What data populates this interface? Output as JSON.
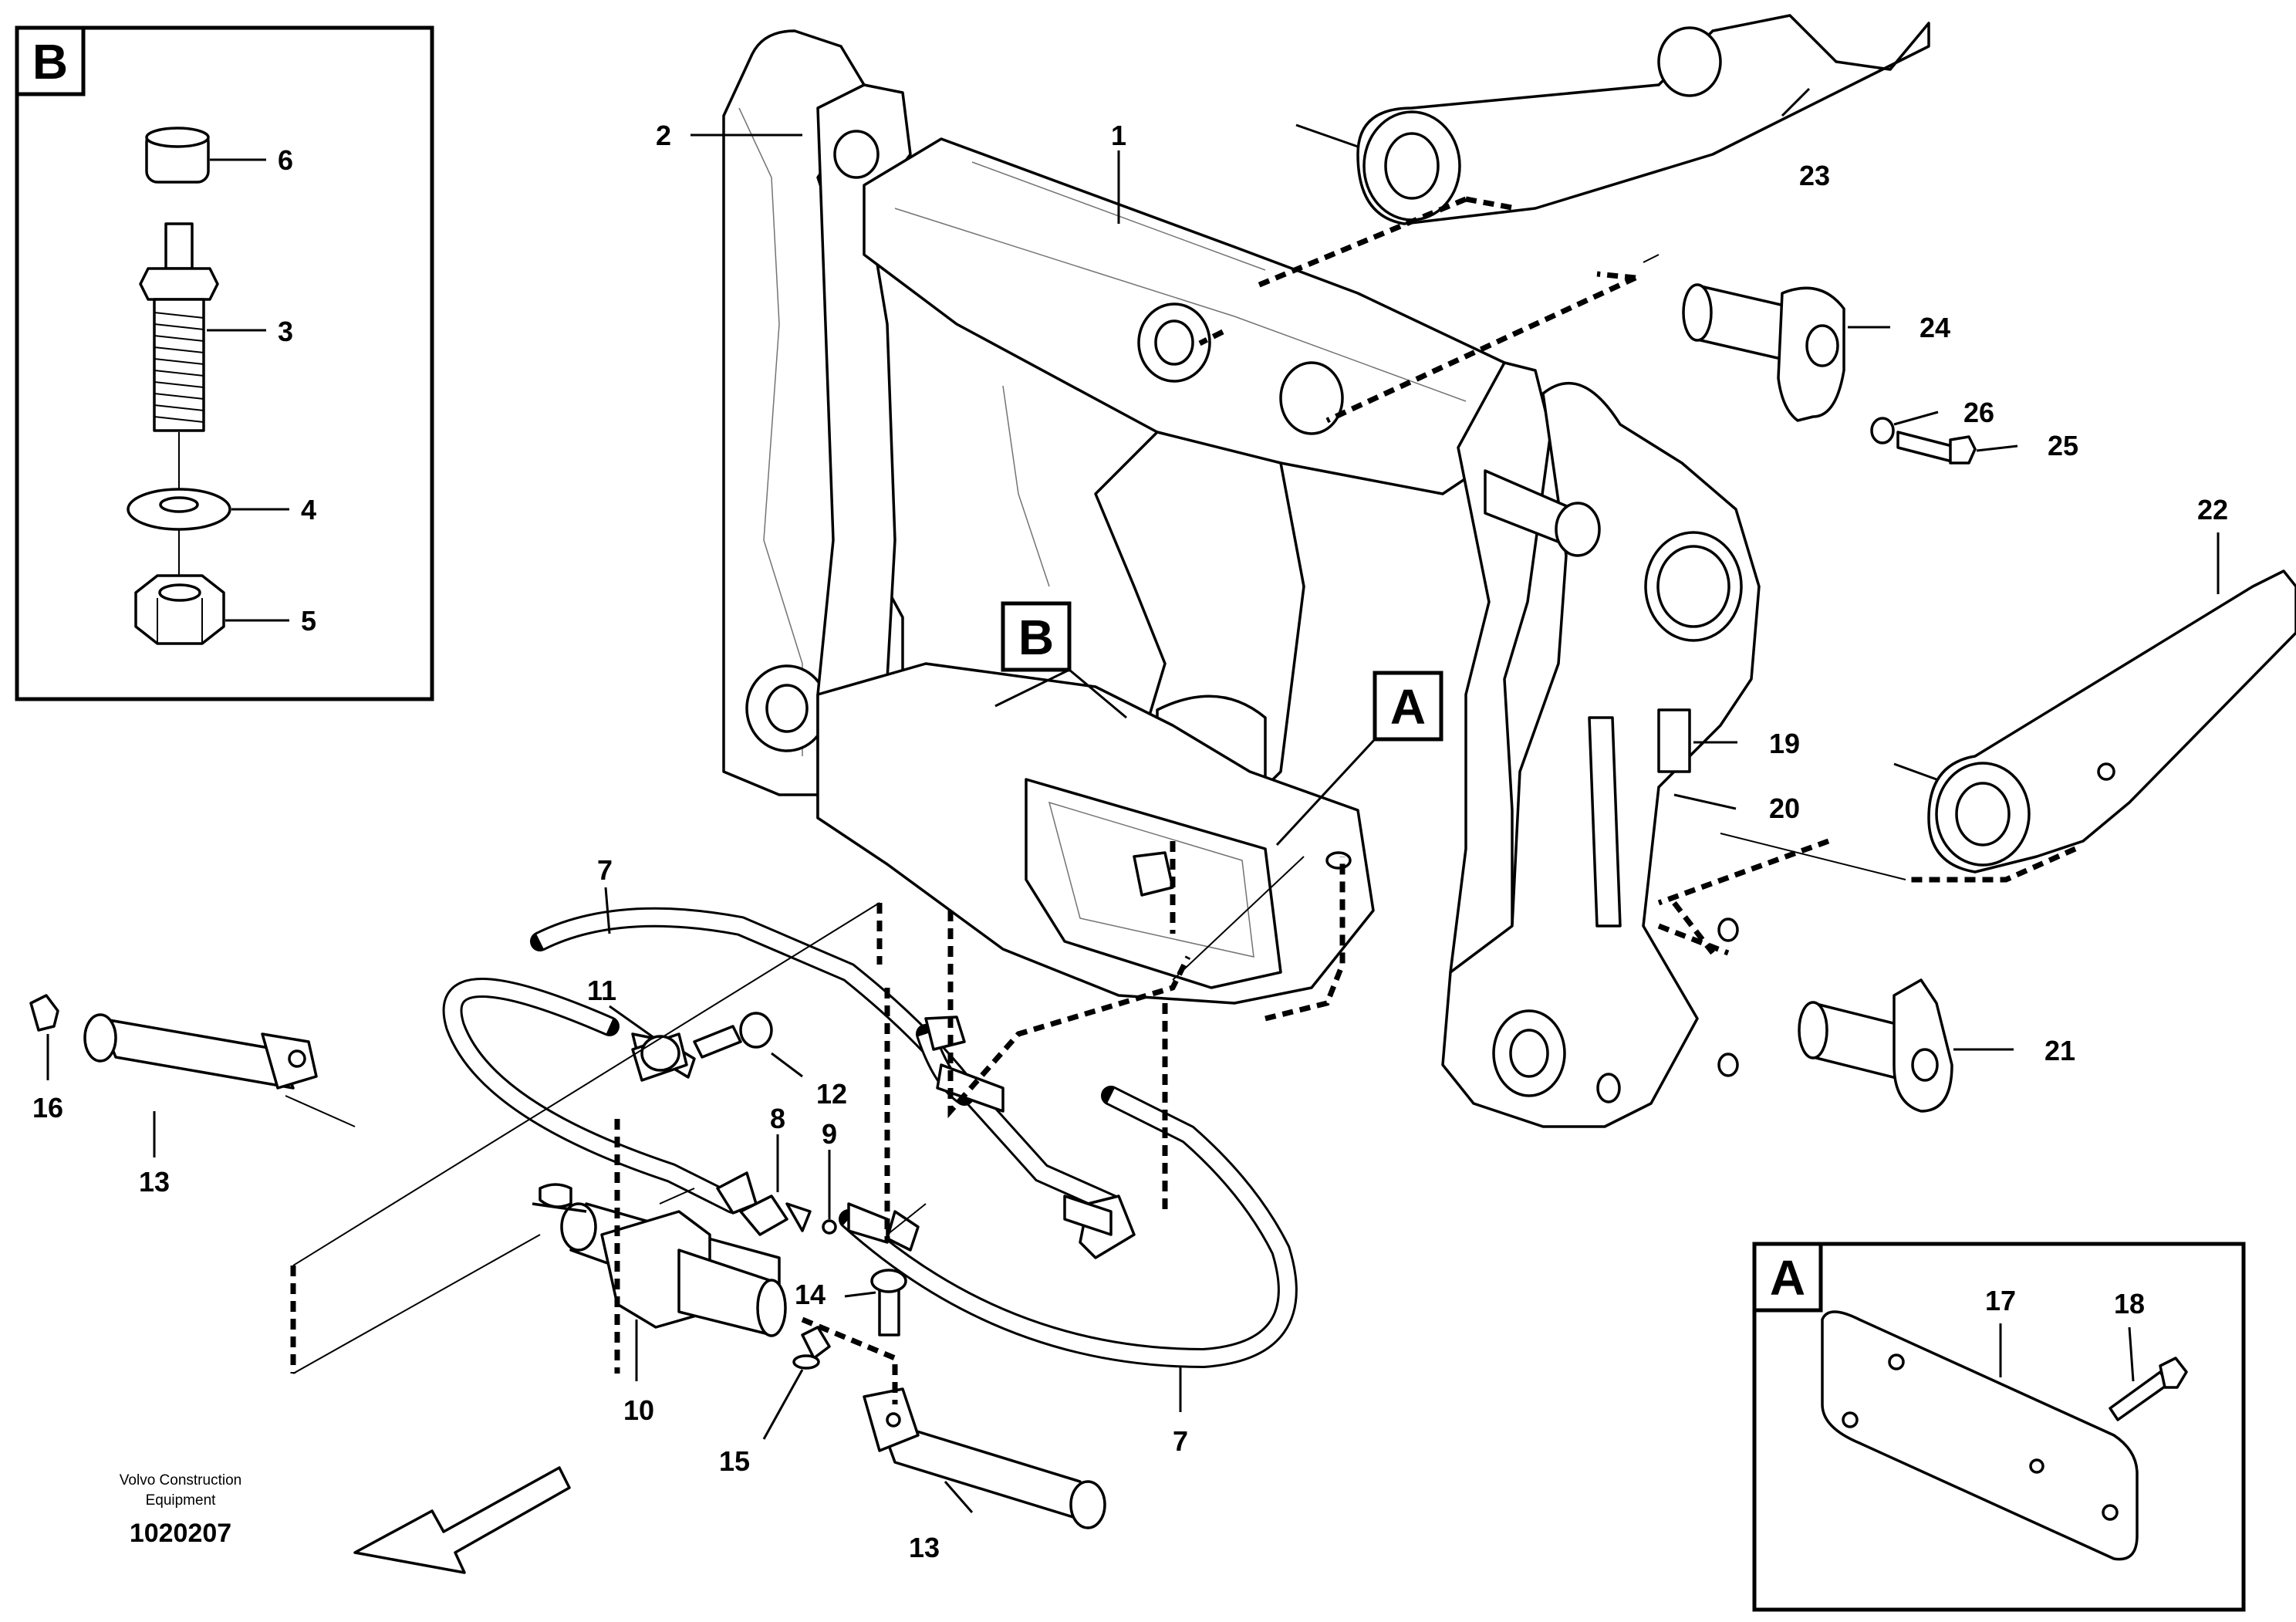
{
  "detail_b": {
    "letter": "B",
    "parts": [
      "6",
      "3",
      "4",
      "5"
    ]
  },
  "detail_a": {
    "letter": "A",
    "parts": [
      "17",
      "18"
    ]
  },
  "main_refs": {
    "b": "B",
    "a": "A"
  },
  "labels": {
    "p1": "1",
    "p2": "2",
    "p7a": "7",
    "p7b": "7",
    "p8": "8",
    "p9": "9",
    "p10": "10",
    "p11": "11",
    "p12": "12",
    "p13a": "13",
    "p13b": "13",
    "p14": "14",
    "p15": "15",
    "p16": "16",
    "p19": "19",
    "p20": "20",
    "p21": "21",
    "p22": "22",
    "p23": "23",
    "p24": "24",
    "p25": "25",
    "p26": "26"
  },
  "caption": {
    "line1": "Volvo Construction",
    "line2": "Equipment",
    "number": "1020207"
  },
  "icons": [
    "direction-arrow-icon"
  ]
}
